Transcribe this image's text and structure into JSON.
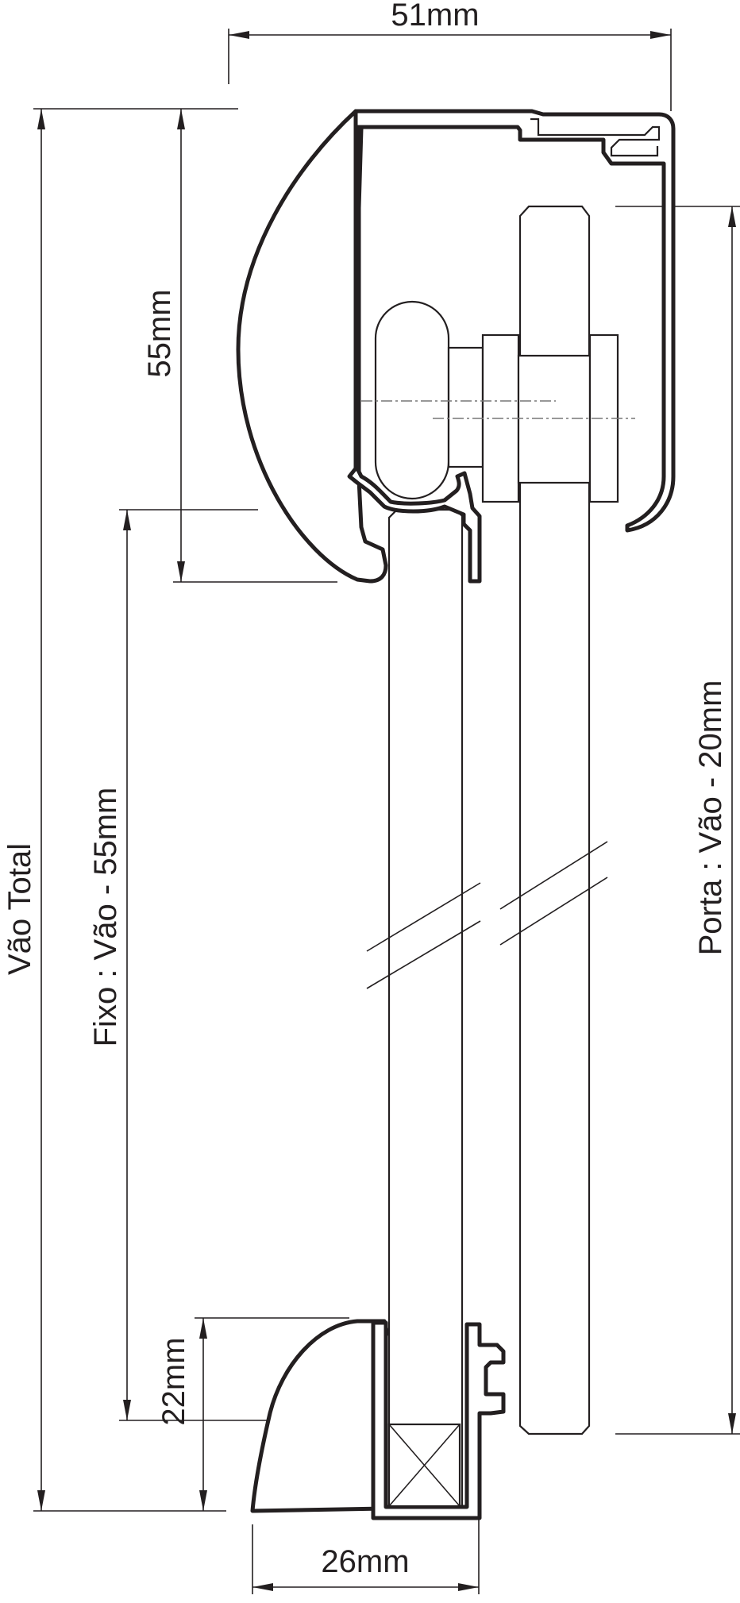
{
  "dimensions": {
    "top_width": "51mm",
    "top_profile_height": "55mm",
    "bottom_profile_height": "22mm",
    "bottom_width": "26mm",
    "total_gap": "Vão Total",
    "fixed_panel": "Fixo : Vão - 55mm",
    "door_panel": "Porta : Vão - 20mm"
  },
  "colors": {
    "line": "#231f20",
    "background": "#ffffff"
  }
}
